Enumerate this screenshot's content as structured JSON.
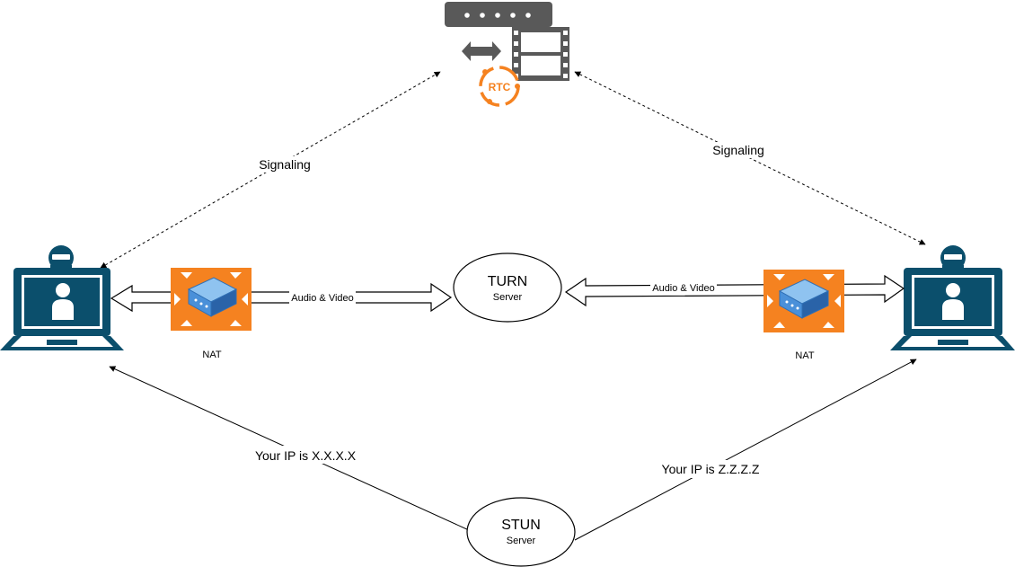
{
  "labels": {
    "signaling_left": "Signaling",
    "signaling_right": "Signaling",
    "audio_video_left": "Audio & Video",
    "audio_video_right": "Audio & Video",
    "nat_left": "NAT",
    "nat_right": "NAT",
    "ip_left": "Your IP is X.X.X.X",
    "ip_right": "Your IP is Z.Z.Z.Z"
  },
  "turn": {
    "title": "TURN",
    "subtitle": "Server"
  },
  "stun": {
    "title": "STUN",
    "subtitle": "Server"
  },
  "rtc_badge": "RTC",
  "colors": {
    "laptop": "#0b4f6c",
    "nat_orange": "#f58220",
    "rtc_orange": "#f58220",
    "server_gray": "#595959",
    "router_blue": "#4a90d9"
  },
  "icons": {
    "signaling_server": "server-rtc-icon",
    "client": "laptop-user-icon",
    "nat": "nat-router-icon"
  }
}
